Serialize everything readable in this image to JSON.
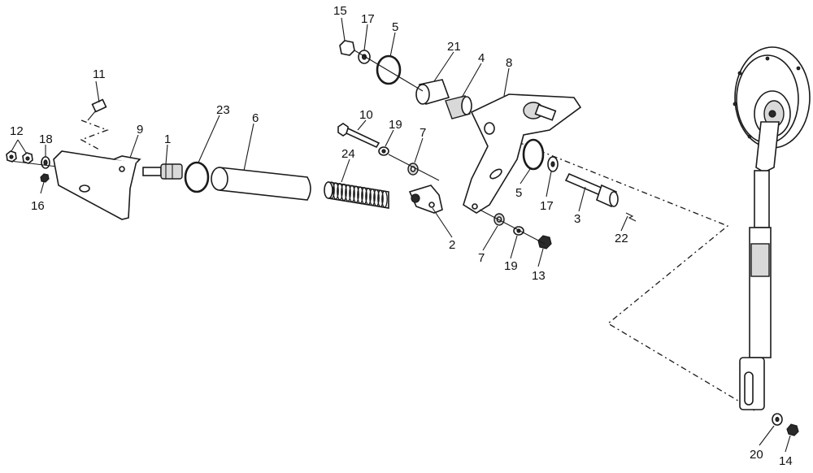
{
  "diagram": {
    "part_labels": [
      {
        "id": "n11",
        "text": "11"
      },
      {
        "id": "n12",
        "text": "12"
      },
      {
        "id": "n18",
        "text": "18"
      },
      {
        "id": "n16",
        "text": "16"
      },
      {
        "id": "n9",
        "text": "9"
      },
      {
        "id": "n1",
        "text": "1"
      },
      {
        "id": "n23",
        "text": "23"
      },
      {
        "id": "n6",
        "text": "6"
      },
      {
        "id": "n24",
        "text": "24"
      },
      {
        "id": "n10",
        "text": "10"
      },
      {
        "id": "n19a",
        "text": "19"
      },
      {
        "id": "n7a",
        "text": "7"
      },
      {
        "id": "n2",
        "text": "2"
      },
      {
        "id": "n7b",
        "text": "7"
      },
      {
        "id": "n19b",
        "text": "19"
      },
      {
        "id": "n13",
        "text": "13"
      },
      {
        "id": "n15",
        "text": "15"
      },
      {
        "id": "n17a",
        "text": "17"
      },
      {
        "id": "n5a",
        "text": "5"
      },
      {
        "id": "n21",
        "text": "21"
      },
      {
        "id": "n4",
        "text": "4"
      },
      {
        "id": "n8",
        "text": "8"
      },
      {
        "id": "n5b",
        "text": "5"
      },
      {
        "id": "n17b",
        "text": "17"
      },
      {
        "id": "n3",
        "text": "3"
      },
      {
        "id": "n22",
        "text": "22"
      },
      {
        "id": "n20",
        "text": "20"
      },
      {
        "id": "n14",
        "text": "14"
      }
    ]
  }
}
